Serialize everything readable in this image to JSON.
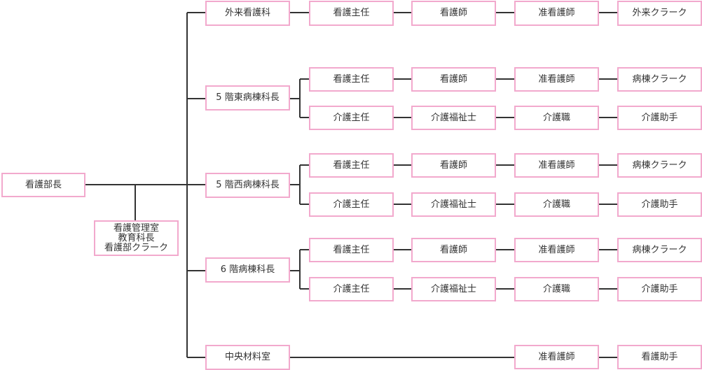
{
  "colors": {
    "box_border": "#f2a9cd",
    "line": "#333333",
    "text": "#333333"
  },
  "head": "看護部長",
  "staff": [
    "看護管理室",
    "教育科長",
    "看護部クラーク"
  ],
  "departments": [
    {
      "name": "外来看護科",
      "rows": [
        [
          "看護主任",
          "看護師",
          "准看護師",
          "外来クラーク"
        ]
      ]
    },
    {
      "name": "5 階東病棟科長",
      "rows": [
        [
          "看護主任",
          "看護師",
          "准看護師",
          "病棟クラーク"
        ],
        [
          "介護主任",
          "介護福祉士",
          "介護職",
          "介護助手"
        ]
      ]
    },
    {
      "name": "5 階西病棟科長",
      "rows": [
        [
          "看護主任",
          "看護師",
          "准看護師",
          "病棟クラーク"
        ],
        [
          "介護主任",
          "介護福祉士",
          "介護職",
          "介護助手"
        ]
      ]
    },
    {
      "name": "6 階病棟科長",
      "rows": [
        [
          "看護主任",
          "看護師",
          "准看護師",
          "病棟クラーク"
        ],
        [
          "介護主任",
          "介護福祉士",
          "介護職",
          "介護助手"
        ]
      ]
    },
    {
      "name": "中央材料室",
      "rows": [
        [
          "准看護師",
          "看護助手"
        ]
      ]
    }
  ]
}
